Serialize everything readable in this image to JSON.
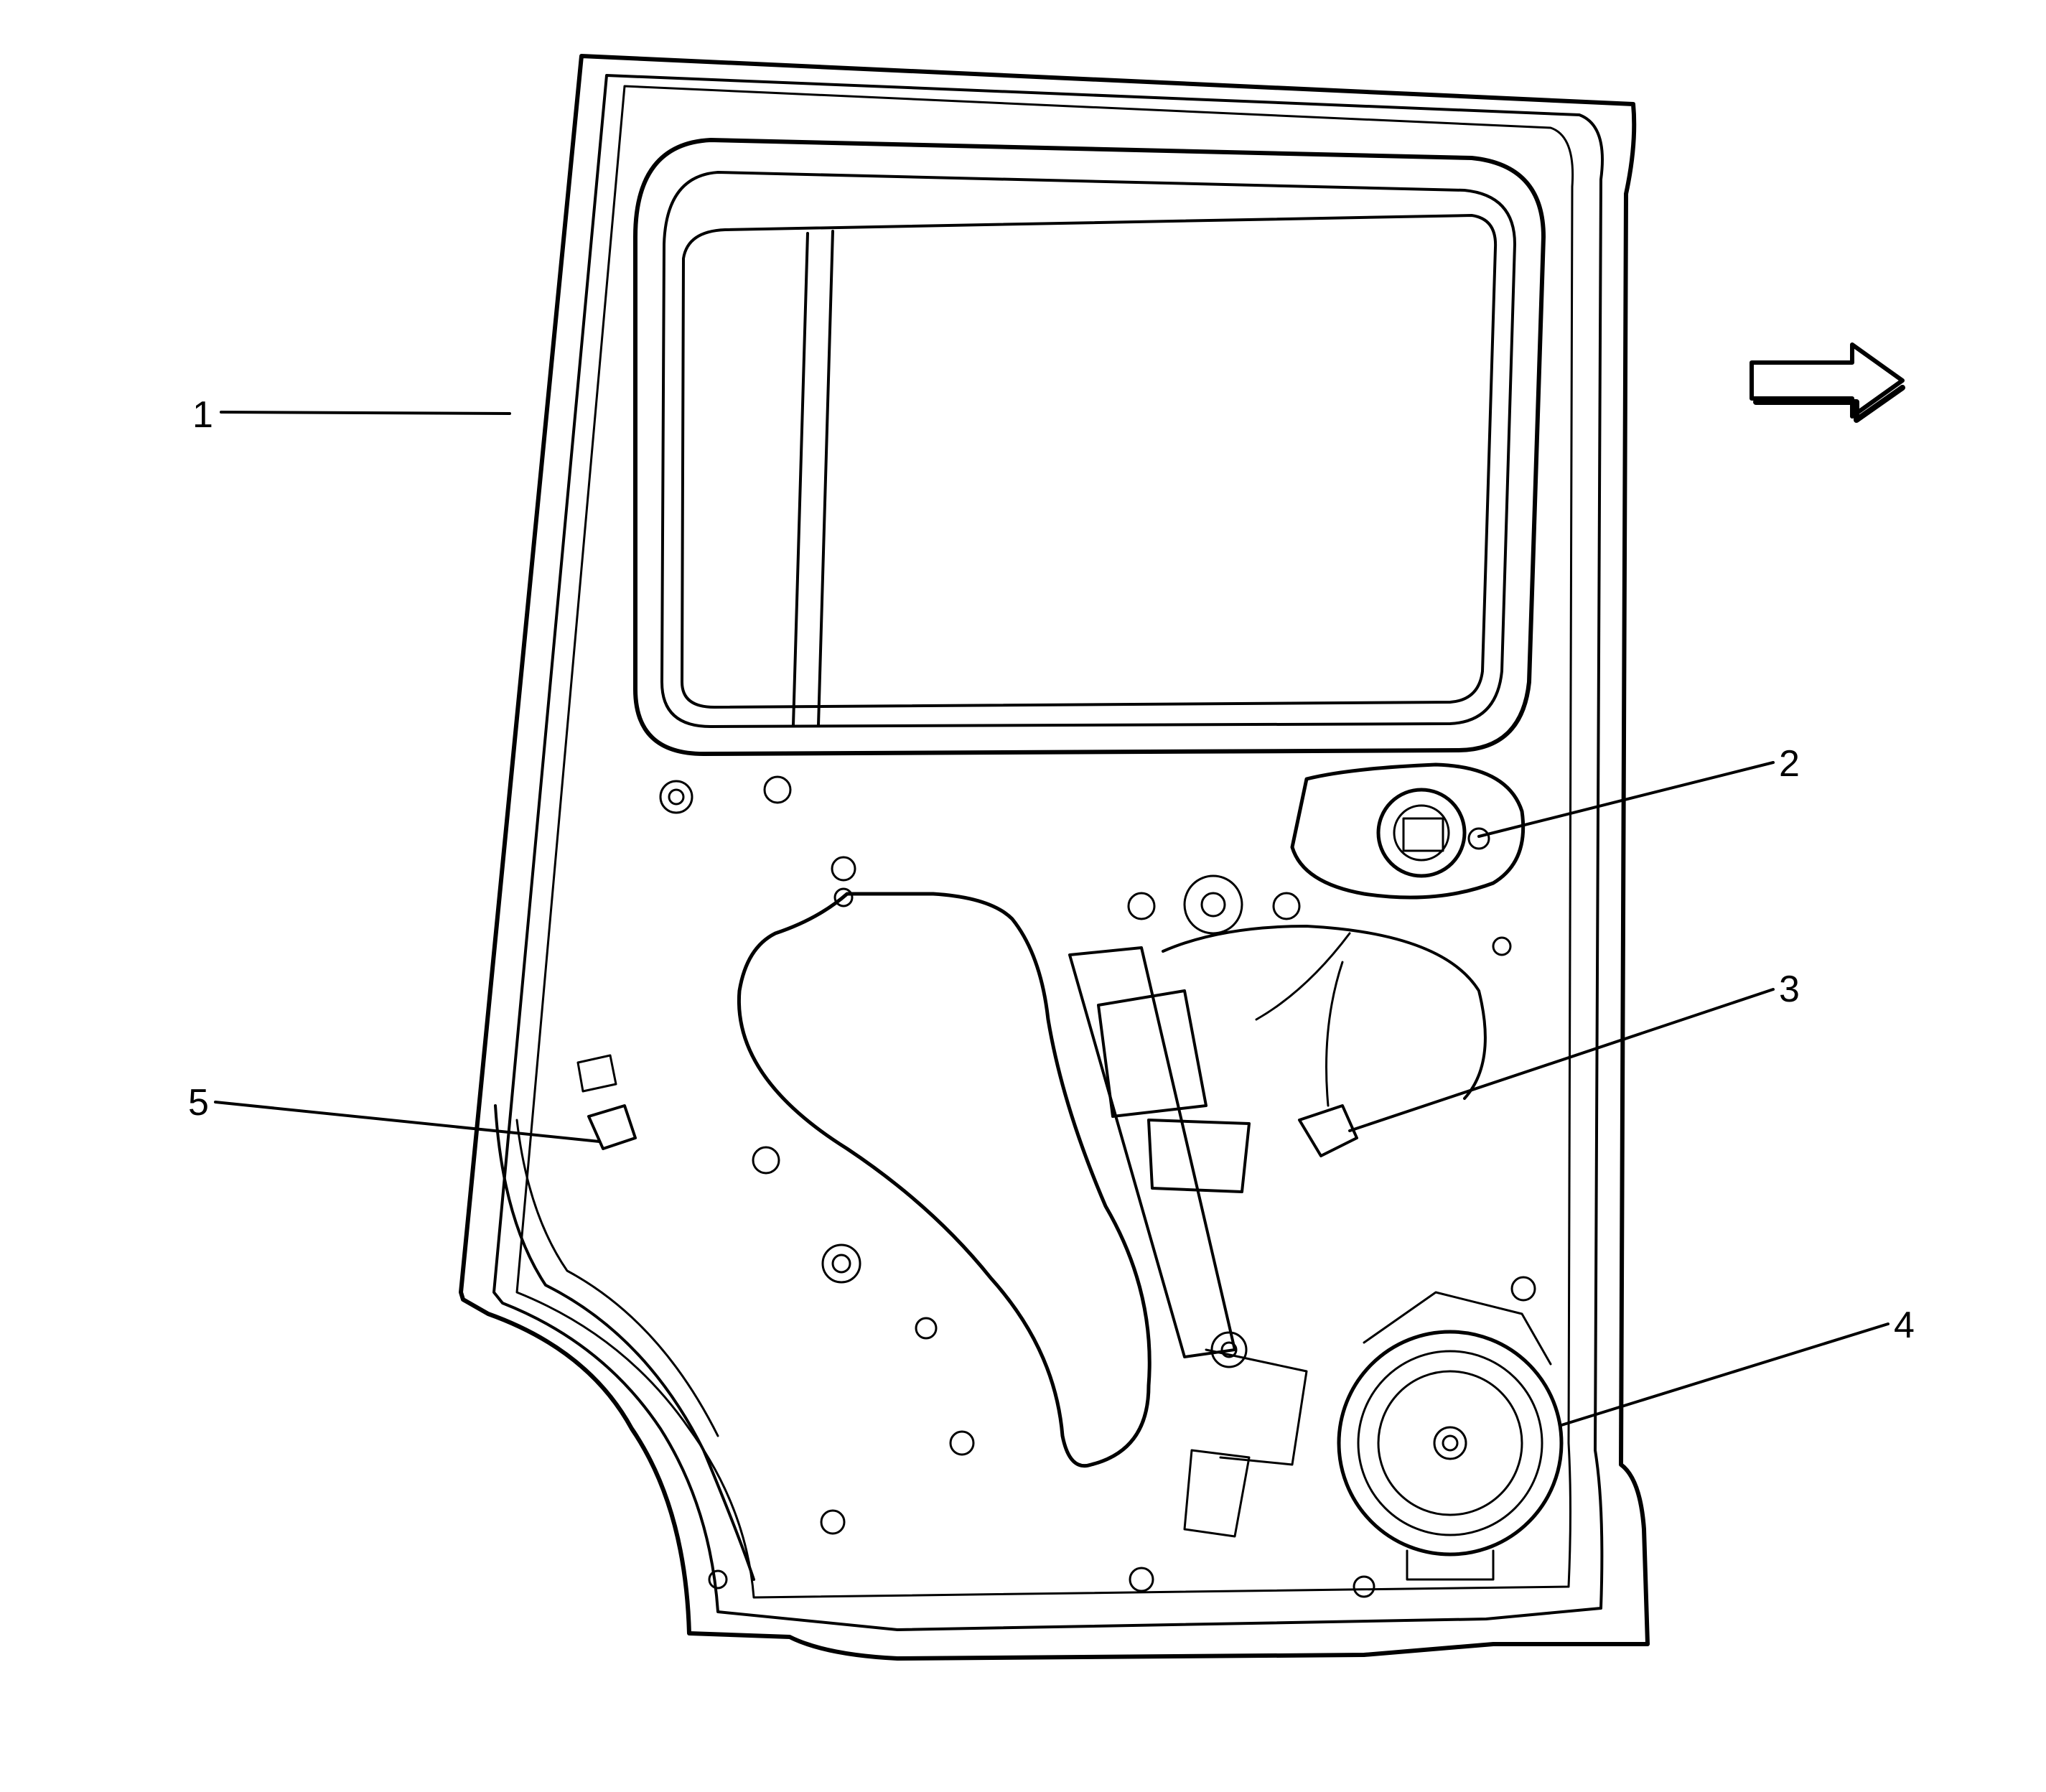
{
  "diagram": {
    "stroke_color": "#000000",
    "background_color": "#ffffff",
    "orientation_arrow": "arrow-right-icon",
    "callouts": [
      {
        "id": "1",
        "label": "1"
      },
      {
        "id": "2",
        "label": "2"
      },
      {
        "id": "3",
        "label": "3"
      },
      {
        "id": "4",
        "label": "4"
      },
      {
        "id": "5",
        "label": "5"
      }
    ]
  }
}
